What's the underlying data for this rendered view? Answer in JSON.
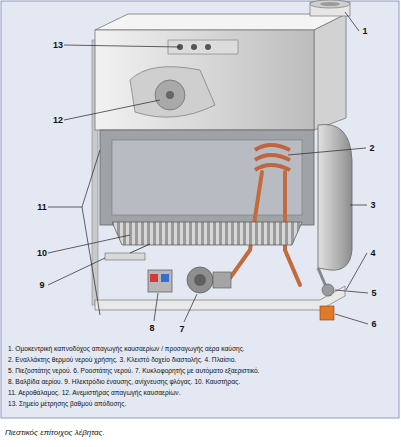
{
  "diagram": {
    "caption": "Πιεστικός επίτοιχος λέβητας.",
    "labels": [
      "1",
      "13",
      "12",
      "2",
      "3",
      "11",
      "10",
      "4",
      "9",
      "5",
      "6",
      "8",
      "7",
      "1. Ομοκεντρική καπνοδόχος απαγωγής καυσαερίων / προσαγωγής αέρα καύσης.",
      "2. Εναλλάκτης θερμού νερού χρήσης. 3. Κλειστό δοχείο διαστολής. 4. Πλαίσιο.",
      "5. Πιεζοστάτης νερού. 6. Ροοστάτης νερού. 7. Κυκλοφορητής με αυτόματο εξαεριστικό.",
      "8. Βαλβίδα αερίου. 9. Ηλεκτρόδιο έναυσης, ανίχνευσης φλόγας. 10. Καυστήρας.",
      "11. Αεροθάλαμος. 12. Ανεμιστήρας απαγωγής καυσαερίων.",
      "13. Σημείο μέτρησης βαθμού απόδοσης."
    ]
  }
}
